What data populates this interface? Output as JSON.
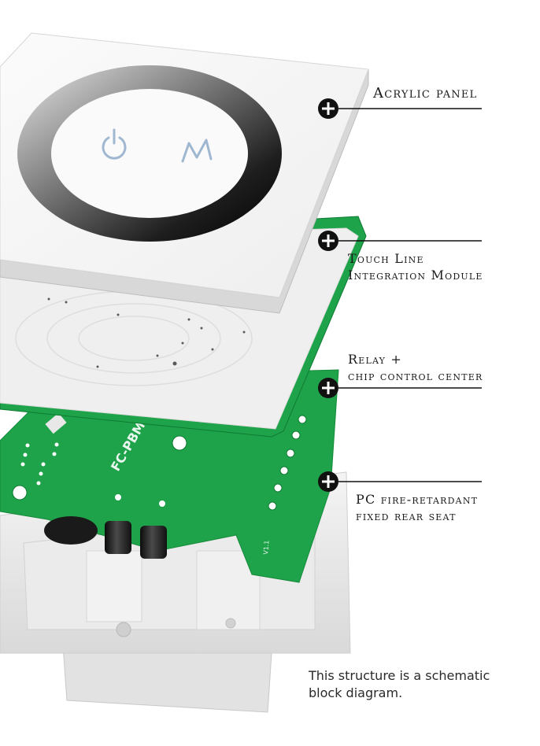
{
  "callouts": [
    {
      "lines": [
        "Acrylic panel"
      ]
    },
    {
      "lines": [
        "Touch Line",
        "Integration Module"
      ]
    },
    {
      "lines": [
        "Relay +",
        "chip control center"
      ]
    },
    {
      "lines": [
        "PC fire-retardant",
        "fixed rear seat"
      ]
    }
  ],
  "footnote": {
    "line1": "This structure is a schematic",
    "line2": "block diagram."
  },
  "panel": {
    "icons": [
      "power-icon",
      "m-mode-icon"
    ]
  },
  "board_silkscreen": {
    "model": "FC-PBM",
    "version": "V1.1"
  },
  "colors": {
    "pcb_green": "#1fa34a",
    "callout_marker": "#111111",
    "panel_white": "#f6f6f6",
    "ring_dark": "#2a2a2a"
  }
}
